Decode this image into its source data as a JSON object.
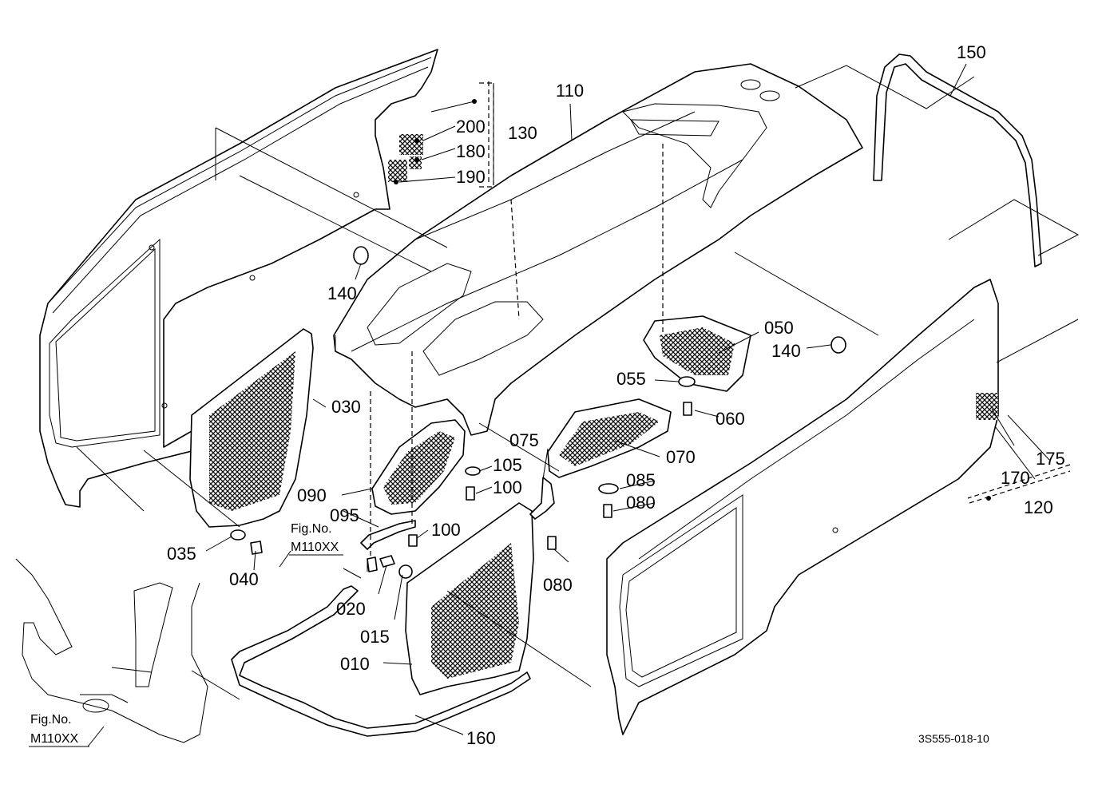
{
  "drawing_code": "3S555-018-10",
  "labels": {
    "p010": "010",
    "p015": "015",
    "p020": "020",
    "p030": "030",
    "p035": "035",
    "p040": "040",
    "p050": "050",
    "p055": "055",
    "p060": "060",
    "p070": "070",
    "p075": "075",
    "p080a": "080",
    "p080b": "080",
    "p085": "085",
    "p090": "090",
    "p095": "095",
    "p100a": "100",
    "p100b": "100",
    "p105": "105",
    "p110": "110",
    "p120": "120",
    "p130": "130",
    "p140a": "140",
    "p140b": "140",
    "p150": "150",
    "p160": "160",
    "p170": "170",
    "p175": "175",
    "p180": "180",
    "p190": "190",
    "p200": "200"
  },
  "fig_refs": {
    "upper": {
      "line1": "Fig.No.",
      "line2": "M110XX"
    },
    "lower": {
      "line1": "Fig.No.",
      "line2": "M110XX"
    }
  }
}
